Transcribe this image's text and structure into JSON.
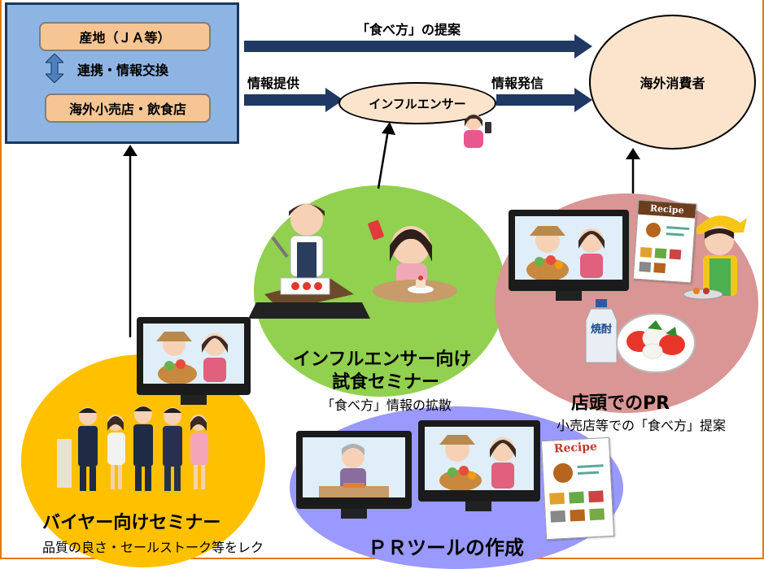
{
  "top_box": {
    "origin_label": "産地（ＪＡ等）",
    "exchange_label": "連携・情報交換",
    "retail_label": "海外小売店・飲食店"
  },
  "arrows": {
    "proposal_label": "「食べ方」の提案",
    "info_provide_label": "情報提供",
    "info_send_label": "情報発信"
  },
  "nodes": {
    "influencer_label": "インフルエンサー",
    "consumer_label": "海外消費者"
  },
  "sections": {
    "influencer_title_line1": "インフルエンサー向け",
    "influencer_title_line2": "試食セミナー",
    "influencer_sub": "「食べ方」情報の拡散",
    "store_title": "店頭でのPR",
    "store_sub": "小売店等での「食べ方」提案",
    "buyer_title": "バイヤー向けセミナー",
    "buyer_sub": "品質の良さ・セールストーク等をレク",
    "pr_tool_title": "ＰＲツールの作成"
  },
  "illustrations": {
    "recipe_text_1": "Recipe",
    "recipe_text_2": "Recipe",
    "shochu_text": "焼酎"
  },
  "colors": {
    "frame": "#e07a12",
    "box_fill": "#8eb4e3",
    "box_border": "#17375e",
    "arrow": "#1f3864",
    "pill": "#f6c594",
    "ellipse": "#fce4cc",
    "green_circle": "#92d050",
    "pink_circle": "#d99694",
    "yellow_circle": "#ffc000",
    "purple_circle": "#9999ff"
  }
}
